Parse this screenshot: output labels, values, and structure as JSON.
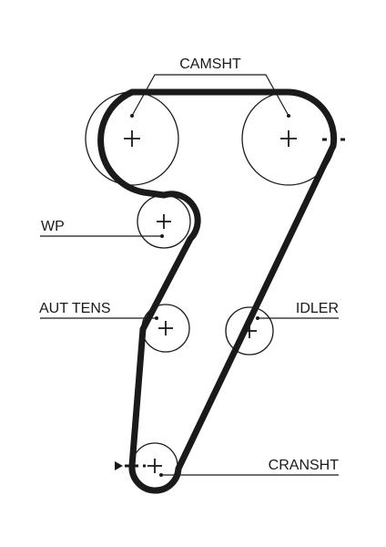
{
  "labels": {
    "camshaft": "CAMSHT",
    "water_pump": "WP",
    "auto_tensioner": "AUT TENS",
    "idler": "IDLER",
    "crankshaft": "CRANSHT"
  }
}
